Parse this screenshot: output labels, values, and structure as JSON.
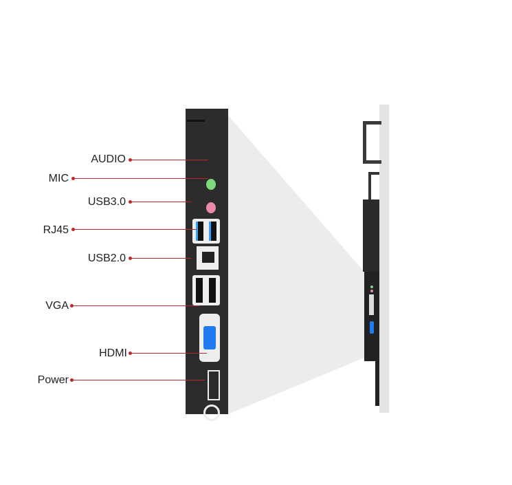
{
  "labels": [
    "AUDIO",
    "MIC",
    "USB3.0",
    "RJ45",
    "USB2.0",
    "VGA",
    "HDMI",
    "Power"
  ],
  "colors": {
    "accent": "#c0282a",
    "panel": "#2c2c2c",
    "audio": "#7ed87e",
    "mic": "#e98aa8",
    "usb3": "#3aa0ff",
    "vga": "#1e7cf0"
  }
}
